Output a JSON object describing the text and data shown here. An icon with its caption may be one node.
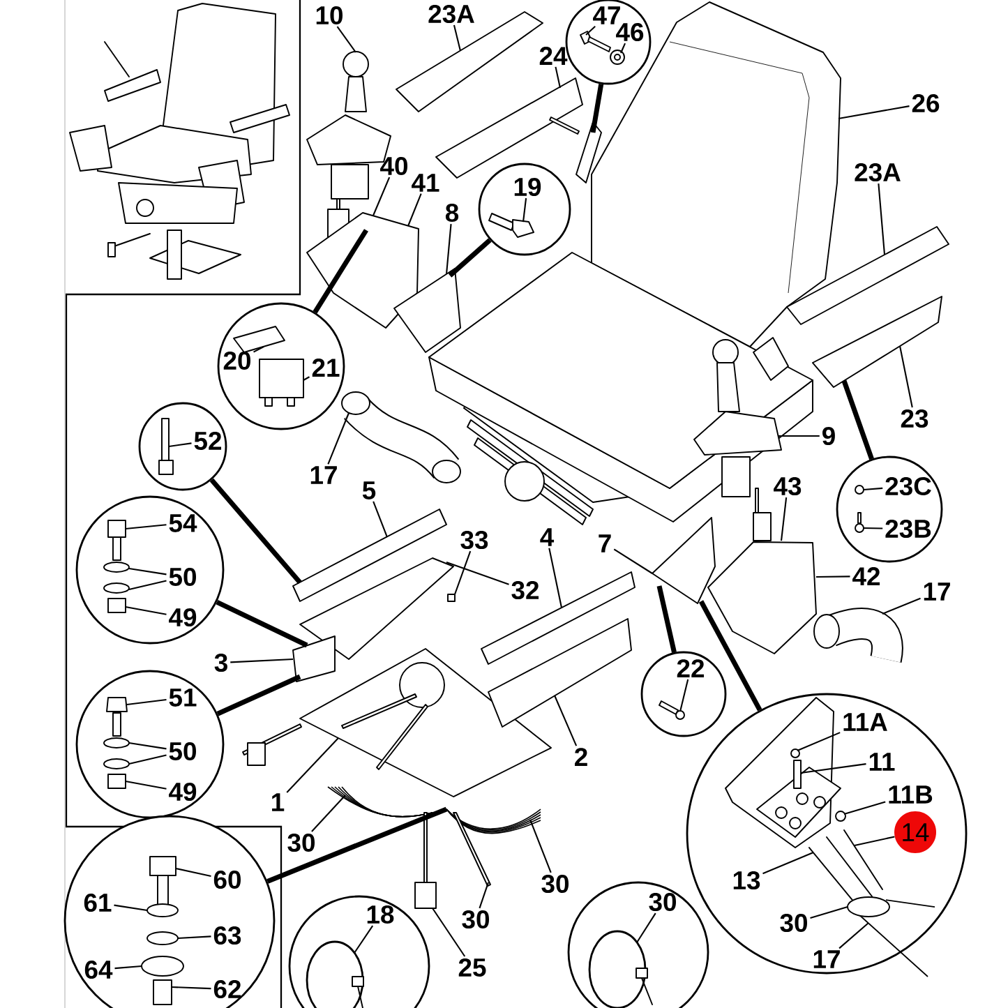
{
  "diagram": {
    "nodes": [
      {
        "text": [
          "10"
        ]
      },
      {
        "text": [
          "23A"
        ]
      },
      {
        "text": [],
        "shape": "circle"
      },
      {
        "text": [
          "47"
        ],
        "in": 2
      },
      {
        "text": [
          "46"
        ],
        "in": 2
      },
      {
        "text": [
          "24"
        ]
      },
      {
        "text": [
          "26"
        ]
      },
      {
        "text": [
          "23A"
        ]
      },
      {
        "text": [
          "40"
        ]
      },
      {
        "text": [
          "41"
        ]
      },
      {
        "text": [],
        "shape": "circle"
      },
      {
        "text": [
          "19"
        ],
        "in": 10
      },
      {
        "text": [
          "8"
        ]
      },
      {
        "text": [],
        "shape": "circle"
      },
      {
        "text": [
          "20"
        ],
        "in": 13
      },
      {
        "text": [
          "21"
        ],
        "in": 13
      },
      {
        "text": [
          "23"
        ]
      },
      {
        "text": [
          "9"
        ]
      },
      {
        "text": [],
        "shape": "circle"
      },
      {
        "text": [
          "52"
        ],
        "in": 18
      },
      {
        "text": [
          "17"
        ]
      },
      {
        "text": [
          "5"
        ]
      },
      {
        "text": [
          "43"
        ]
      },
      {
        "text": [],
        "shape": "circle"
      },
      {
        "text": [
          "23C"
        ],
        "in": 23
      },
      {
        "text": [
          "23B"
        ],
        "in": 23
      },
      {
        "text": [],
        "shape": "circle"
      },
      {
        "text": [
          "54"
        ],
        "in": 26
      },
      {
        "text": [
          "50"
        ],
        "in": 26
      },
      {
        "text": [
          "49"
        ],
        "in": 26
      },
      {
        "text": [
          "33"
        ]
      },
      {
        "text": [
          "4"
        ]
      },
      {
        "text": [
          "7"
        ]
      },
      {
        "text": [
          "32"
        ]
      },
      {
        "text": [
          "42"
        ]
      },
      {
        "text": [
          "17"
        ]
      },
      {
        "text": [
          "3"
        ]
      },
      {
        "text": [],
        "shape": "circle"
      },
      {
        "text": [
          "22"
        ],
        "in": 37
      },
      {
        "text": [],
        "shape": "circle"
      },
      {
        "text": [
          "51"
        ],
        "in": 39
      },
      {
        "text": [
          "50"
        ],
        "in": 39
      },
      {
        "text": [
          "49"
        ],
        "in": 39
      },
      {
        "text": [],
        "shape": "circle"
      },
      {
        "text": [
          "11A"
        ],
        "in": 43
      },
      {
        "text": [
          "2"
        ]
      },
      {
        "text": [
          "11"
        ],
        "in": 43
      },
      {
        "text": [
          "1"
        ]
      },
      {
        "text": [
          "11B"
        ],
        "in": 43
      },
      {
        "text": [
          "14"
        ],
        "in": 43
      },
      {
        "text": [
          "30"
        ]
      },
      {
        "text": [],
        "shape": "circle"
      },
      {
        "text": [
          "60"
        ],
        "in": 51
      },
      {
        "text": [
          "13"
        ],
        "in": 43
      },
      {
        "text": [
          "30"
        ]
      },
      {
        "text": [
          "61"
        ],
        "in": 51
      },
      {
        "text": [],
        "shape": "circle"
      },
      {
        "text": [
          "30"
        ],
        "in": 56
      },
      {
        "text": [],
        "shape": "circle"
      },
      {
        "text": [
          "18"
        ],
        "in": 58
      },
      {
        "text": [
          "63"
        ],
        "in": 51
      },
      {
        "text": [
          "30"
        ]
      },
      {
        "text": [
          "30"
        ],
        "in": 43
      },
      {
        "text": [
          "64"
        ],
        "in": 51
      },
      {
        "text": [
          "25"
        ]
      },
      {
        "text": [
          "17"
        ],
        "in": 43
      },
      {
        "text": [
          "62"
        ],
        "in": 51
      },
      {
        "text": [],
        "shape": "picture"
      },
      {
        "text": [],
        "shape": "picture"
      },
      {
        "text": [],
        "shape": "picture"
      },
      {
        "text": [],
        "shape": "bar",
        "in": 2
      },
      {
        "text": [],
        "shape": "picture",
        "in": 2
      },
      {
        "text": [],
        "shape": "picture"
      },
      {
        "text": [],
        "shape": "picture"
      },
      {
        "text": [],
        "shape": "picture"
      },
      {
        "text": [],
        "shape": "picture"
      },
      {
        "text": [],
        "shape": "picture"
      },
      {
        "text": [],
        "shape": "picture",
        "in": 10
      },
      {
        "text": [],
        "shape": "picture",
        "in": 13
      },
      {
        "text": [],
        "shape": "box",
        "in": 13
      },
      {
        "text": [],
        "shape": "picture"
      },
      {
        "text": [],
        "shape": "picture"
      },
      {
        "text": [],
        "shape": "picture",
        "in": 18
      },
      {
        "text": [],
        "shape": "picture"
      },
      {
        "text": [],
        "shape": "bar"
      },
      {
        "text": [],
        "shape": "picture"
      },
      {
        "text": [],
        "shape": "circle",
        "in": 23
      },
      {
        "text": [],
        "shape": "picture",
        "in": 23
      },
      {
        "text": [],
        "shape": "picture",
        "in": 26
      },
      {
        "text": [],
        "shape": "box"
      },
      {
        "text": [],
        "shape": "bar"
      },
      {
        "text": [],
        "shape": "picture"
      },
      {
        "text": [],
        "shape": "picture"
      },
      {
        "text": [],
        "shape": "picture"
      },
      {
        "text": [],
        "shape": "picture"
      },
      {
        "text": [],
        "shape": "bar",
        "in": 37
      },
      {
        "text": [],
        "shape": "picture",
        "in": 39
      },
      {
        "text": [],
        "shape": "circle",
        "in": 43
      },
      {
        "text": [],
        "shape": "bar"
      },
      {
        "text": [],
        "shape": "box",
        "in": 43
      },
      {
        "text": [],
        "shape": "picture"
      },
      {
        "text": [],
        "shape": "circle",
        "in": 43
      },
      {
        "text": [],
        "shape": "picture",
        "in": 43
      },
      {
        "text": [],
        "shape": "picture"
      },
      {
        "text": [],
        "shape": "picture",
        "in": 51
      },
      {
        "text": [],
        "shape": "picture",
        "in": 56
      },
      {
        "text": [],
        "shape": "picture",
        "in": 58
      }
    ],
    "edges": [
      {
        "from": 0,
        "to": 67,
        "arrow": "none"
      },
      {
        "from": 1,
        "to": 68,
        "arrow": "none"
      },
      {
        "from": 2,
        "to": 69,
        "arrow": "none",
        "style": "thick"
      },
      {
        "from": 3,
        "to": 70,
        "arrow": "none"
      },
      {
        "from": 4,
        "to": 71,
        "arrow": "none"
      },
      {
        "from": 5,
        "to": 72,
        "arrow": "none"
      },
      {
        "from": 6,
        "to": 73,
        "arrow": "none"
      },
      {
        "from": 7,
        "to": 74,
        "arrow": "none"
      },
      {
        "from": 8,
        "to": 75,
        "arrow": "none"
      },
      {
        "from": 9,
        "to": 75,
        "arrow": "none"
      },
      {
        "from": 10,
        "to": 76,
        "arrow": "none",
        "style": "thick"
      },
      {
        "from": 11,
        "to": 77,
        "arrow": "none"
      },
      {
        "from": 12,
        "to": 76,
        "arrow": "none"
      },
      {
        "from": 13,
        "to": 75,
        "arrow": "none",
        "style": "thick"
      },
      {
        "from": 14,
        "to": 78,
        "arrow": "none"
      },
      {
        "from": 15,
        "to": 79,
        "arrow": "none"
      },
      {
        "from": 16,
        "to": 80,
        "arrow": "none"
      },
      {
        "from": 17,
        "to": 81,
        "arrow": "none"
      },
      {
        "from": 18,
        "to": 84,
        "arrow": "none",
        "style": "thick"
      },
      {
        "from": 19,
        "to": 82,
        "arrow": "none"
      },
      {
        "from": 20,
        "to": 83,
        "arrow": "none"
      },
      {
        "from": 21,
        "to": 84,
        "arrow": "none"
      },
      {
        "from": 22,
        "to": 85,
        "arrow": "none"
      },
      {
        "from": 23,
        "to": 80,
        "arrow": "none",
        "style": "thick"
      },
      {
        "from": 24,
        "to": 86,
        "arrow": "none"
      },
      {
        "from": 25,
        "to": 87,
        "arrow": "none"
      },
      {
        "from": 26,
        "to": 94,
        "arrow": "none",
        "style": "thick"
      },
      {
        "from": 27,
        "to": 88,
        "arrow": "none"
      },
      {
        "from": 28,
        "to": 88,
        "arrow": "none"
      },
      {
        "from": 28,
        "to": 88,
        "arrow": "none"
      },
      {
        "from": 29,
        "to": 88,
        "arrow": "none"
      },
      {
        "from": 30,
        "to": 89,
        "arrow": "none"
      },
      {
        "from": 31,
        "to": 90,
        "arrow": "none"
      },
      {
        "from": 32,
        "to": 91,
        "arrow": "none"
      },
      {
        "from": 33,
        "to": 92,
        "arrow": "none"
      },
      {
        "from": 34,
        "to": 85,
        "arrow": "none"
      },
      {
        "from": 35,
        "to": 93,
        "arrow": "none"
      },
      {
        "from": 36,
        "to": 94,
        "arrow": "none"
      },
      {
        "from": 37,
        "to": 91,
        "arrow": "none",
        "style": "thick"
      },
      {
        "from": 38,
        "to": 95,
        "arrow": "none"
      },
      {
        "from": 39,
        "to": 94,
        "arrow": "none",
        "style": "thick"
      },
      {
        "from": 40,
        "to": 96,
        "arrow": "none"
      },
      {
        "from": 41,
        "to": 96,
        "arrow": "none"
      },
      {
        "from": 41,
        "to": 96,
        "arrow": "none"
      },
      {
        "from": 42,
        "to": 96,
        "arrow": "none"
      },
      {
        "from": 43,
        "to": 91,
        "arrow": "none",
        "style": "thick"
      },
      {
        "from": 44,
        "to": 97,
        "arrow": "none"
      },
      {
        "from": 45,
        "to": 98,
        "arrow": "none"
      },
      {
        "from": 46,
        "to": 99,
        "arrow": "none"
      },
      {
        "from": 47,
        "to": 100,
        "arrow": "none"
      },
      {
        "from": 48,
        "to": 101,
        "arrow": "none"
      },
      {
        "from": 49,
        "to": 102,
        "arrow": "none"
      },
      {
        "from": 50,
        "to": 103,
        "arrow": "none"
      },
      {
        "from": 51,
        "to": 103,
        "arrow": "none",
        "style": "thick"
      },
      {
        "from": 52,
        "to": 104,
        "arrow": "none"
      },
      {
        "from": 53,
        "to": 102,
        "arrow": "none"
      },
      {
        "from": 54,
        "to": 103,
        "arrow": "none"
      },
      {
        "from": 55,
        "to": 104,
        "arrow": "none"
      },
      {
        "from": 57,
        "to": 105,
        "arrow": "none"
      },
      {
        "from": 59,
        "to": 106,
        "arrow": "none"
      },
      {
        "from": 60,
        "to": 104,
        "arrow": "none"
      },
      {
        "from": 61,
        "to": 103,
        "arrow": "none"
      },
      {
        "from": 62,
        "to": 102,
        "arrow": "none"
      },
      {
        "from": 63,
        "to": 104,
        "arrow": "none"
      },
      {
        "from": 64,
        "to": 103,
        "arrow": "none"
      },
      {
        "from": 65,
        "to": 102,
        "arrow": "none"
      },
      {
        "from": 66,
        "to": 104,
        "arrow": "none"
      }
    ]
  }
}
